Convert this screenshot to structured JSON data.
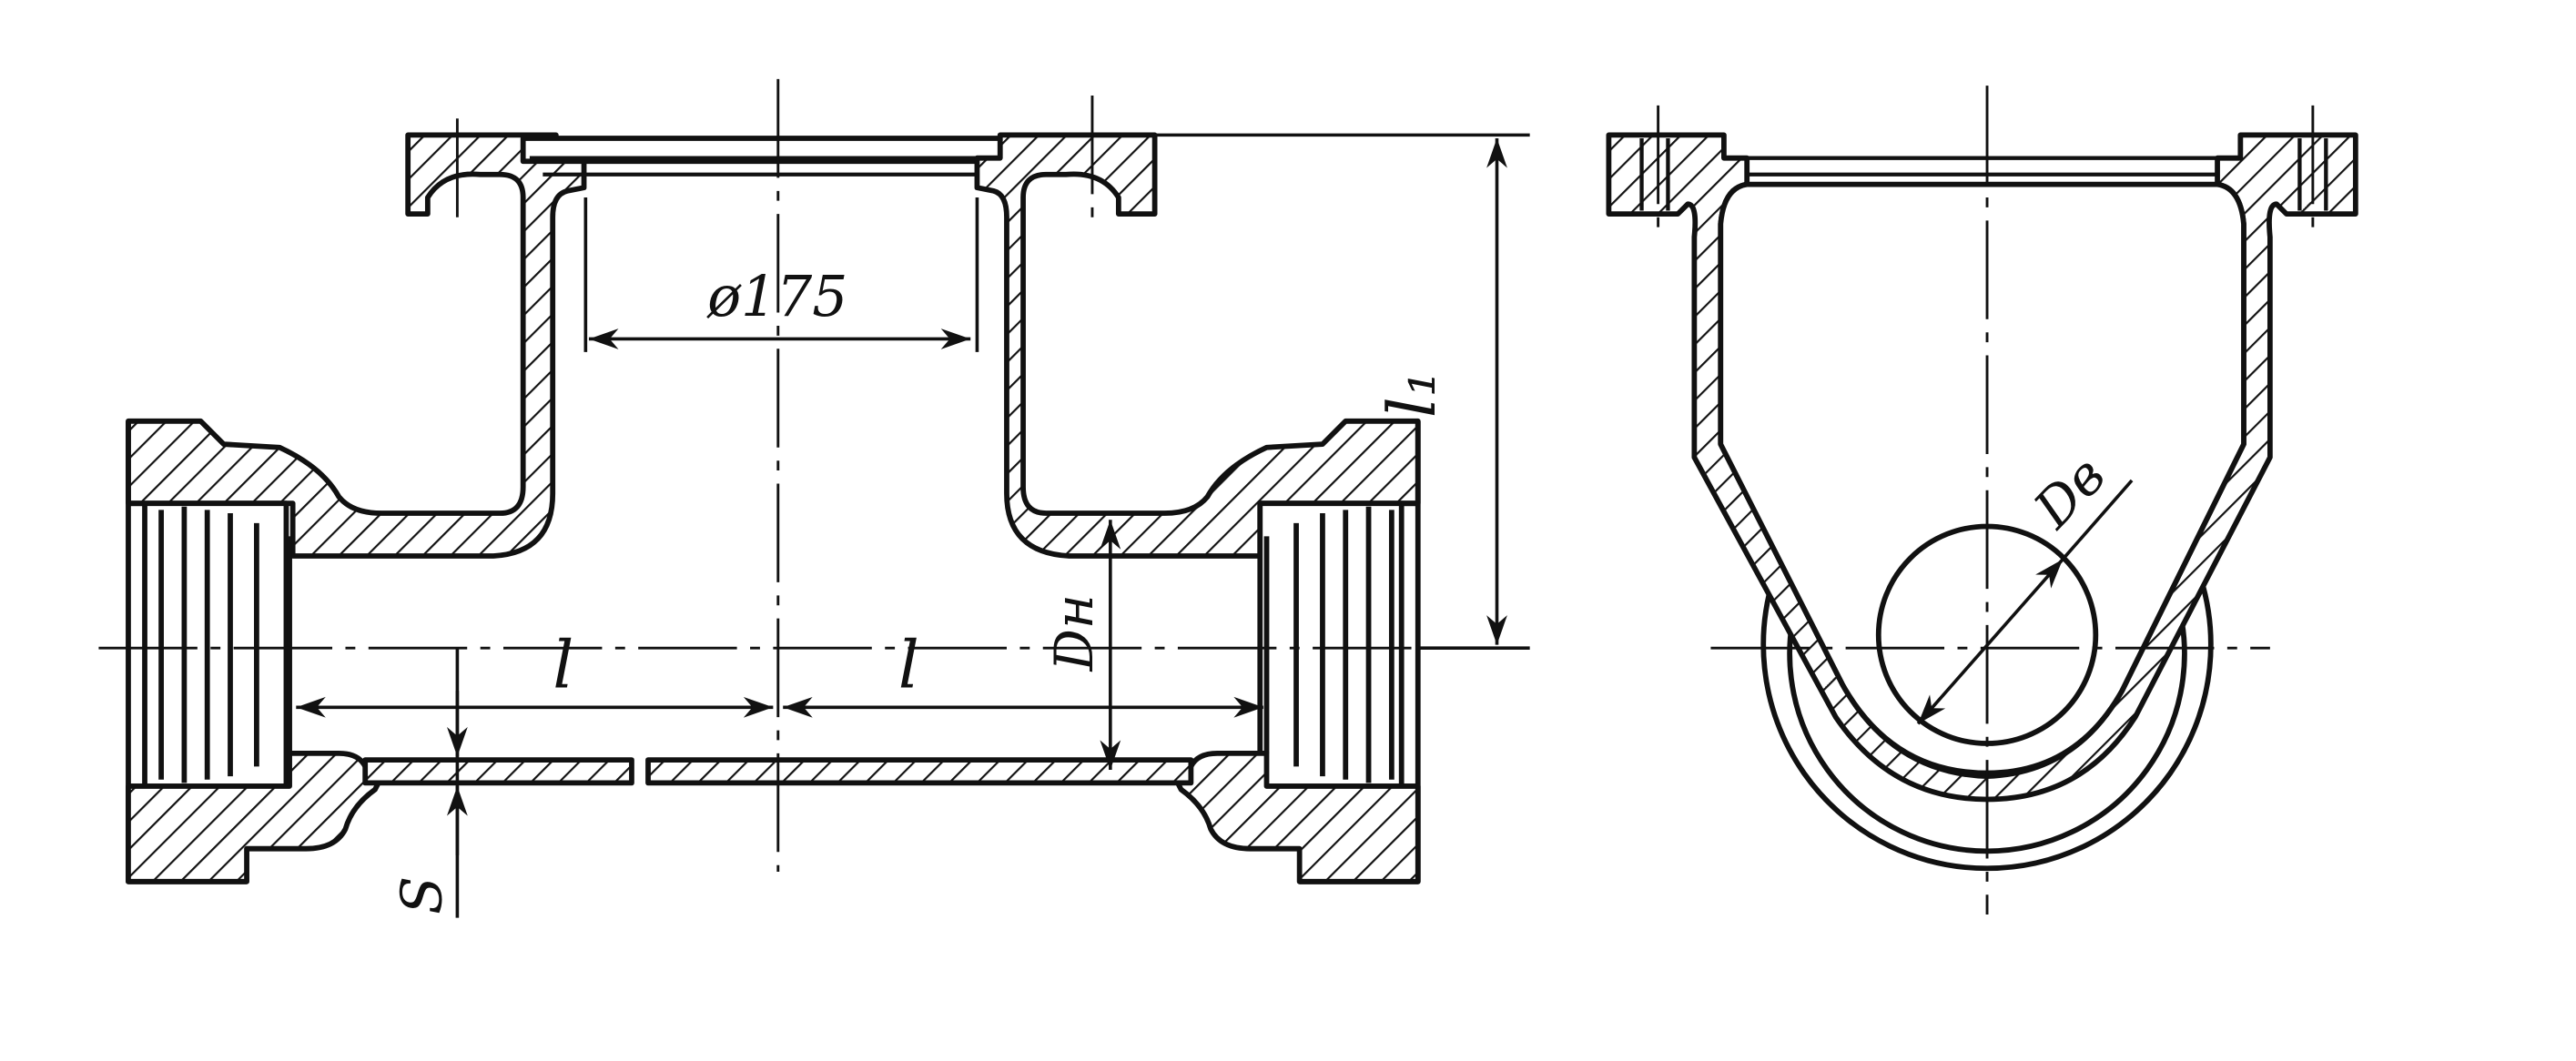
{
  "labels": {
    "diameter": "ø175",
    "length_left": "l",
    "length_right": "l",
    "length_branch": "l₁",
    "outer_diameter": "Dн",
    "inner_diameter": "Dв",
    "wall_thickness": "S"
  }
}
